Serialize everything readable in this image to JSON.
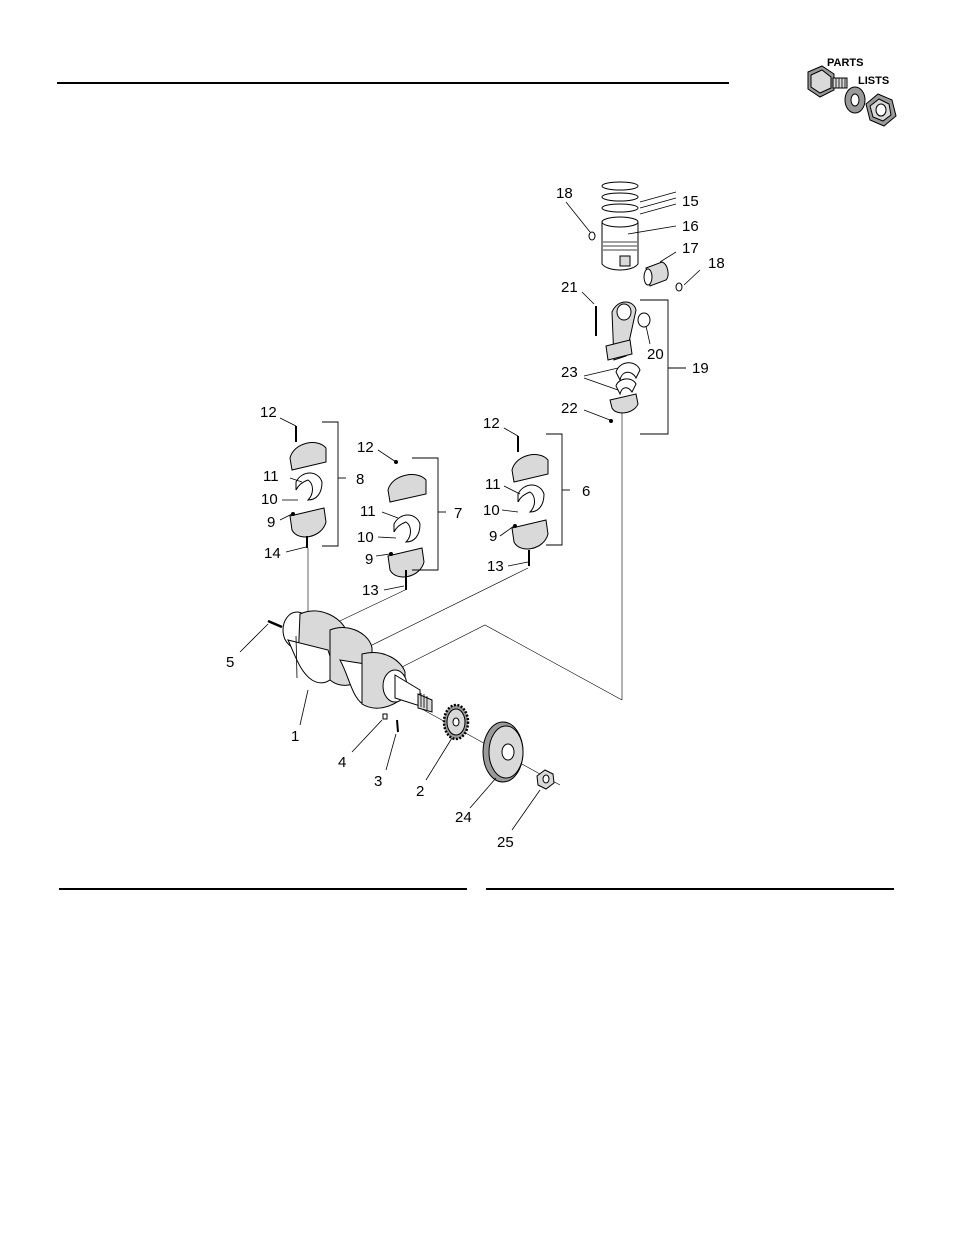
{
  "logo": {
    "line1": "PARTS",
    "line2": "LISTS",
    "icon": "bolt-washer-nut-icon"
  },
  "callouts": [
    {
      "id": "c1",
      "text": "1"
    },
    {
      "id": "c2",
      "text": "2"
    },
    {
      "id": "c3",
      "text": "3"
    },
    {
      "id": "c4",
      "text": "4"
    },
    {
      "id": "c5",
      "text": "5"
    },
    {
      "id": "c6",
      "text": "6"
    },
    {
      "id": "c7",
      "text": "7"
    },
    {
      "id": "c8",
      "text": "8"
    },
    {
      "id": "c9a",
      "text": "9"
    },
    {
      "id": "c9b",
      "text": "9"
    },
    {
      "id": "c9c",
      "text": "9"
    },
    {
      "id": "c10a",
      "text": "10"
    },
    {
      "id": "c10b",
      "text": "10"
    },
    {
      "id": "c10c",
      "text": "10"
    },
    {
      "id": "c11a",
      "text": "11"
    },
    {
      "id": "c11b",
      "text": "11"
    },
    {
      "id": "c11c",
      "text": "11"
    },
    {
      "id": "c12a",
      "text": "12"
    },
    {
      "id": "c12b",
      "text": "12"
    },
    {
      "id": "c12c",
      "text": "12"
    },
    {
      "id": "c13a",
      "text": "13"
    },
    {
      "id": "c13b",
      "text": "13"
    },
    {
      "id": "c14",
      "text": "14"
    },
    {
      "id": "c15",
      "text": "15"
    },
    {
      "id": "c16",
      "text": "16"
    },
    {
      "id": "c17",
      "text": "17"
    },
    {
      "id": "c18a",
      "text": "18"
    },
    {
      "id": "c18b",
      "text": "18"
    },
    {
      "id": "c19",
      "text": "19"
    },
    {
      "id": "c20",
      "text": "20"
    },
    {
      "id": "c21",
      "text": "21"
    },
    {
      "id": "c22",
      "text": "22"
    },
    {
      "id": "c23",
      "text": "23"
    },
    {
      "id": "c24",
      "text": "24"
    },
    {
      "id": "c25",
      "text": "25"
    }
  ]
}
